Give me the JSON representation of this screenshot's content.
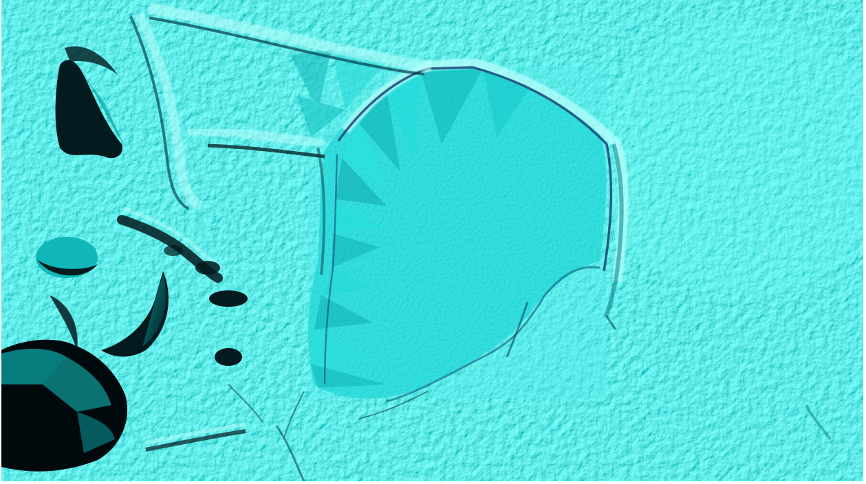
{
  "map": {
    "kind": "lidar-hillshade",
    "labels_visible": false,
    "colors": {
      "terrain_base": "#19e6e3",
      "terrain_light": "#6ffcf6",
      "terrain_mid": "#14c6c4",
      "terrain_dark": "#0aa3a3",
      "shadow": "#031a1e",
      "deep_shadow": "#000a0d",
      "edge_line": "#173a6b",
      "highlight": "#b8fffb",
      "frame": "#ffffff"
    },
    "features": [
      "flat-basin",
      "basin-rim",
      "road-embankment",
      "quarry-pits",
      "interpolation-facets"
    ]
  }
}
